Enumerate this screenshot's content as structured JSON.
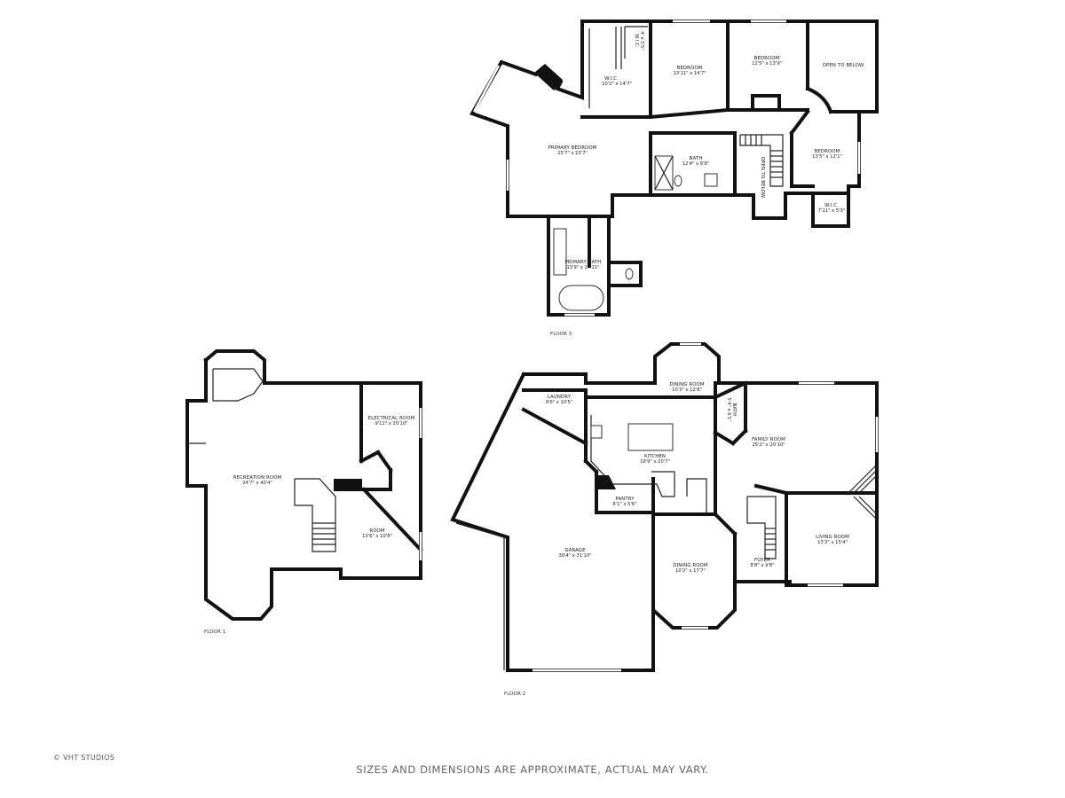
{
  "credit": "© VHT STUDIOS",
  "disclaimer": "SIZES AND DIMENSIONS ARE APPROXIMATE, ACTUAL MAY VARY.",
  "floors": [
    {
      "id": "floor-1",
      "label": "FLOOR 1",
      "rooms": [
        {
          "name": "RECREATION ROOM",
          "dims": "24'7\" x 40'4\""
        },
        {
          "name": "ELECTRICAL ROOM",
          "dims": "9'11\" x 20'10\""
        },
        {
          "name": "ROOM",
          "dims": "13'6\" x 10'8\""
        }
      ]
    },
    {
      "id": "floor-2",
      "label": "FLOOR 2",
      "rooms": [
        {
          "name": "LAUNDRY",
          "dims": "9'6\" x 10'5\""
        },
        {
          "name": "DINING ROOM",
          "dims": "10'3\" x 12'8\""
        },
        {
          "name": "BATH",
          "dims": "5'4\" x 6'1\""
        },
        {
          "name": "KITCHEN",
          "dims": "19'9\" x 20'7\""
        },
        {
          "name": "FAMILY ROOM",
          "dims": "25'1\" x 20'10\""
        },
        {
          "name": "PANTRY",
          "dims": "8'1\" x 5'6\""
        },
        {
          "name": "GARAGE",
          "dims": "30'4\" x 31'10\""
        },
        {
          "name": "DINING ROOM",
          "dims": "10'2\" x 17'7\""
        },
        {
          "name": "FOYER",
          "dims": "8'8\" x 9'8\""
        },
        {
          "name": "LIVING ROOM",
          "dims": "13'2\" x 15'4\""
        }
      ]
    },
    {
      "id": "floor-3",
      "label": "FLOOR 3",
      "rooms": [
        {
          "name": "W.I.C.",
          "dims": "10'2\" x 14'7\""
        },
        {
          "name": "W.I.C.",
          "dims": "4' x 5'5\""
        },
        {
          "name": "BEDROOM",
          "dims": "13'11\" x 14'7\""
        },
        {
          "name": "BEDROOM",
          "dims": "12'5\" x 13'9\""
        },
        {
          "name": "OPEN TO BELOW",
          "dims": ""
        },
        {
          "name": "PRIMARY BEDROOM",
          "dims": "25'7\" x 23'7\""
        },
        {
          "name": "BATH",
          "dims": "12'4\" x 6'8\""
        },
        {
          "name": "OPEN TO BELOW",
          "dims": ""
        },
        {
          "name": "BEDROOM",
          "dims": "13'5\" x 12'1\""
        },
        {
          "name": "W.I.C.",
          "dims": "7'11\" x 5'3\""
        },
        {
          "name": "PRIMARY BATH",
          "dims": "13'9\" x 14'11\""
        }
      ]
    }
  ]
}
